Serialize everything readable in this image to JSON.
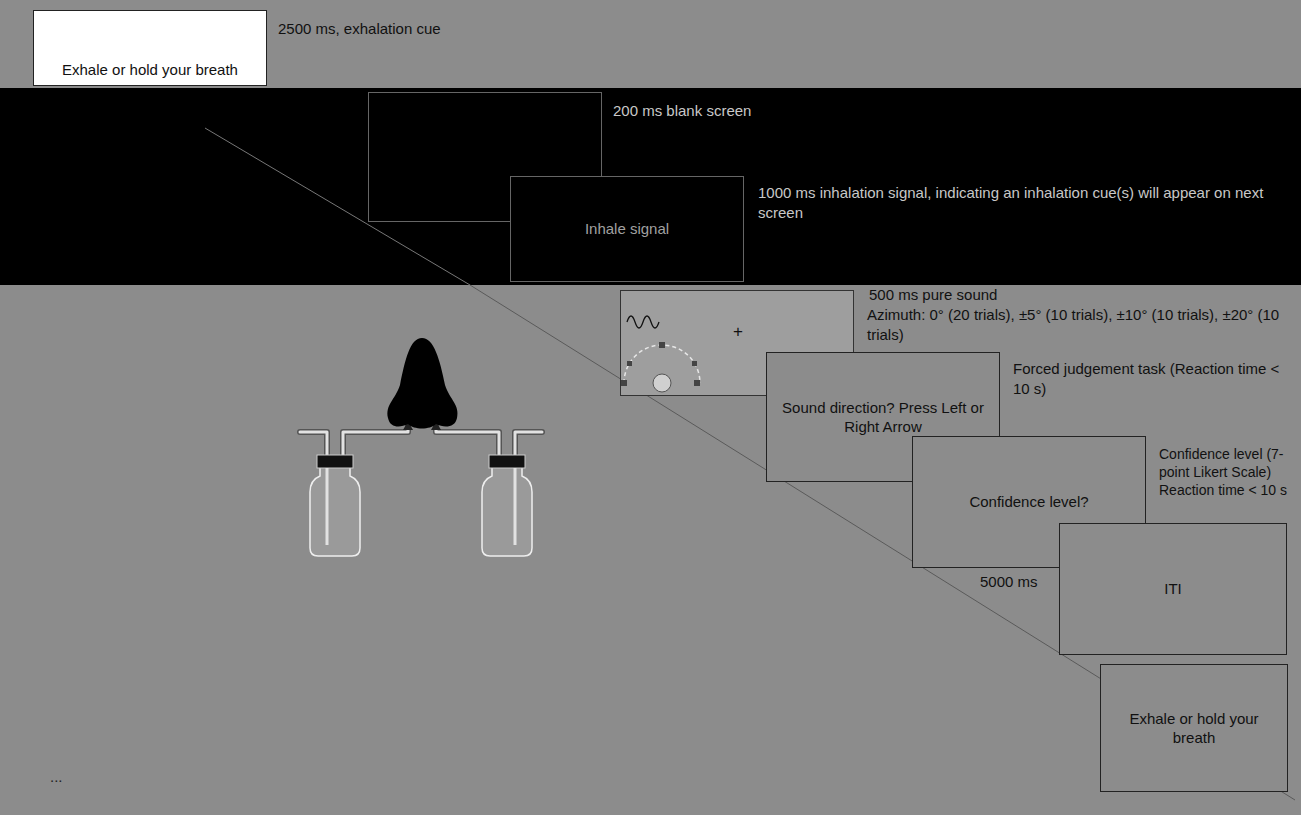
{
  "diagram": {
    "nodes": [
      {
        "text": [
          "Exhale or hold your breath",
          "2500 ms, exhalation cue"
        ]
      },
      {
        "text": [
          "200 ms blank screen"
        ]
      },
      {
        "text": [
          "Inhale signal",
          "1000 ms inhalation signal, indicating an inhalation cue(s) will appear on next screen"
        ]
      },
      {
        "text": [
          "+",
          "500 ms pure sound",
          "Azimuth: 0° (20 trials), ±5° (10 trials), ±10° (10 trials), ±20° (10 trials)"
        ]
      },
      {
        "text": [
          "Sound direction? Press Left or Right Arrow",
          "Forced judgement task (Reaction time < 10 s)"
        ]
      },
      {
        "text": [
          "Confidence level?",
          "Confidence level (7-point Likert Scale) Reaction time < 10 s"
        ]
      },
      {
        "text": [
          "ITI",
          "5000 ms"
        ]
      },
      {
        "text": [
          "Exhale or hold your breath"
        ]
      }
    ],
    "labels": [
      "..."
    ]
  }
}
